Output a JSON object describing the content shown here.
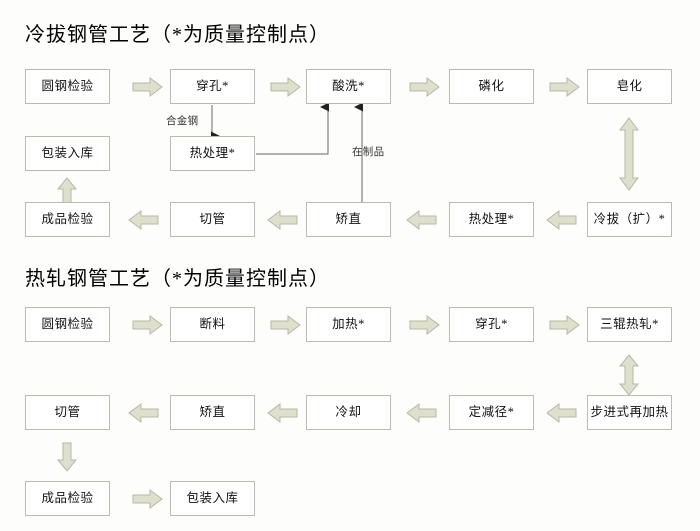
{
  "page": {
    "background_color": "#fdfefb",
    "node_fill": "#ffffff",
    "node_border_color": "#b9bcae",
    "arrow_fill": "#dedfcd",
    "arrow_border_color": "#b6b8a6",
    "connector_color": "#666666"
  },
  "diagrams": [
    {
      "title": "冷拔钢管工艺（*为质量控制点）",
      "rows": [
        {
          "direction": "left-to-right",
          "nodes": [
            "圆钢检验",
            "穿孔*",
            "酸洗*",
            "磷化",
            "皂化"
          ]
        },
        {
          "direction": "none",
          "nodes": [
            "包装入库",
            "热处理*"
          ]
        },
        {
          "direction": "right-to-left",
          "nodes": [
            "成品检验",
            "切管",
            "矫直",
            "热处理*",
            "冷拔（扩）*"
          ]
        }
      ],
      "edge_labels": [
        "合金钢",
        "在制品"
      ]
    },
    {
      "title": "热轧钢管工艺（*为质量控制点）",
      "rows": [
        {
          "direction": "left-to-right",
          "nodes": [
            "圆钢检验",
            "断料",
            "加热*",
            "穿孔*",
            "三辊热轧*"
          ]
        },
        {
          "direction": "right-to-left",
          "nodes": [
            "切管",
            "矫直",
            "冷却",
            "定减径*",
            "步进式再加热"
          ]
        },
        {
          "direction": "left-to-right",
          "nodes": [
            "成品检验",
            "包装入库"
          ]
        }
      ],
      "edge_labels": []
    }
  ],
  "nodes": {
    "d1r1c1": "圆钢检验",
    "d1r1c2": "穿孔*",
    "d1r1c3": "酸洗*",
    "d1r1c4": "磷化",
    "d1r1c5": "皂化",
    "d1r2c1": "包装入库",
    "d1r2c2": "热处理*",
    "d1r3c1": "成品检验",
    "d1r3c2": "切管",
    "d1r3c3": "矫直",
    "d1r3c4": "热处理*",
    "d1r3c5": "冷拔（扩）*",
    "d2r1c1": "圆钢检验",
    "d2r1c2": "断料",
    "d2r1c3": "加热*",
    "d2r1c4": "穿孔*",
    "d2r1c5": "三辊热轧*",
    "d2r2c1": "切管",
    "d2r2c2": "矫直",
    "d2r2c3": "冷却",
    "d2r2c4": "定减径*",
    "d2r2c5": "步进式再加热",
    "d2r3c1": "成品检验",
    "d2r3c2": "包装入库"
  },
  "labels": {
    "title1": "冷拔钢管工艺（*为质量控制点）",
    "title2": "热轧钢管工艺（*为质量控制点）",
    "alloy_steel": "合金钢",
    "work_in_progress": "在制品"
  }
}
